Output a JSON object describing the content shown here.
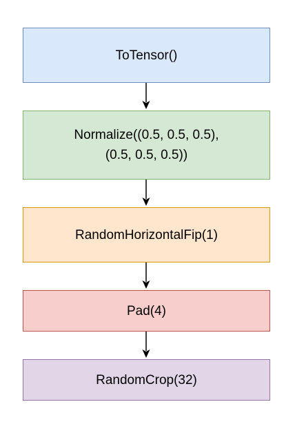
{
  "nodes": [
    {
      "label": "ToTensor()",
      "fill": "#dae8fc",
      "stroke": "#6c8ebf"
    },
    {
      "label": "Normalize((0.5, 0.5, 0.5),\n(0.5, 0.5, 0.5))",
      "fill": "#d5e8d4",
      "stroke": "#82b366"
    },
    {
      "label": "RandomHorizontalFip(1)",
      "fill": "#ffe6cc",
      "stroke": "#d79b00"
    },
    {
      "label": "Pad(4)",
      "fill": "#f8cecc",
      "stroke": "#b85450"
    },
    {
      "label": "RandomCrop(32)",
      "fill": "#e1d5e7",
      "stroke": "#9673a6"
    }
  ],
  "edges": [
    {
      "from": 0,
      "to": 1
    },
    {
      "from": 1,
      "to": 2
    },
    {
      "from": 2,
      "to": 3
    },
    {
      "from": 3,
      "to": 4
    }
  ]
}
